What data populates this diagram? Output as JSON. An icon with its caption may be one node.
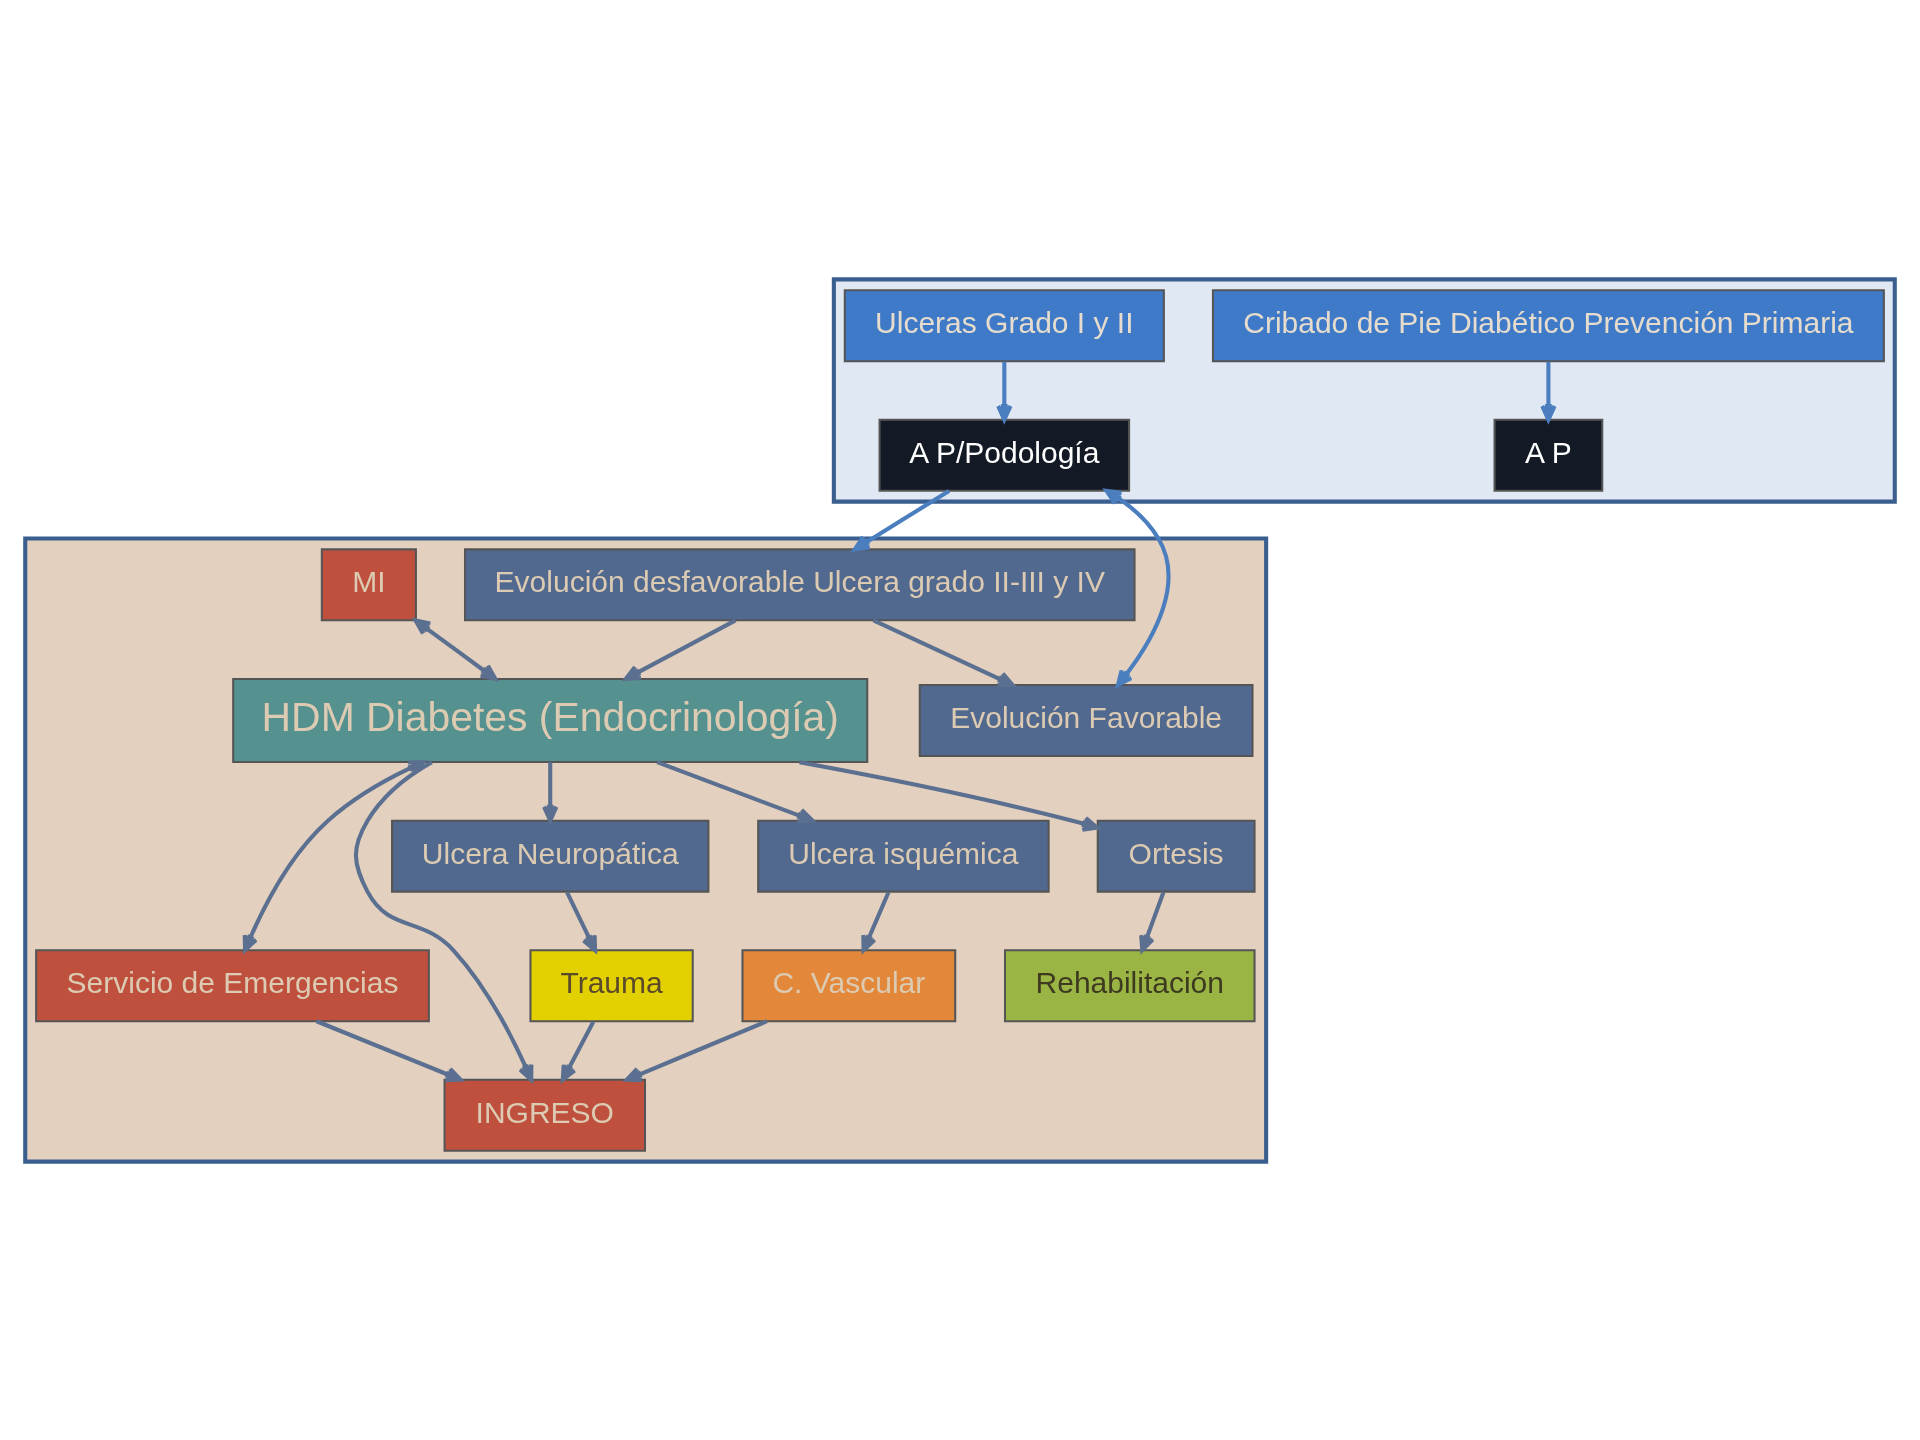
{
  "diagram": {
    "nodes": [
      {
        "text": [],
        "shape": "box"
      },
      {
        "text": [
          "Cribado de Pie Diabético Prevención Primaria"
        ],
        "in": 0
      },
      {
        "text": [
          "A P"
        ],
        "in": 0
      },
      {
        "text": [
          "Ulceras Grado I y II"
        ],
        "in": 0
      },
      {
        "text": [
          "A P/Podología"
        ],
        "in": 0
      },
      {
        "text": [],
        "shape": "box"
      },
      {
        "text": [
          "Evolución desfavorable Ulcera grado II-III y IV"
        ],
        "in": 5
      },
      {
        "text": [
          "Evolución Favorable"
        ],
        "in": 5
      },
      {
        "text": [
          "MI"
        ],
        "in": 5
      },
      {
        "text": [
          "HDM Diabetes (Endocrinología)"
        ],
        "in": 5
      },
      {
        "text": [
          "Servicio de Emergencias"
        ],
        "in": 5
      },
      {
        "text": [
          "INGRESO"
        ],
        "in": 5
      },
      {
        "text": [
          "Ulcera Neuropática"
        ],
        "in": 5
      },
      {
        "text": [
          "Ulcera isquémica"
        ],
        "in": 5
      },
      {
        "text": [
          "Ortesis"
        ],
        "in": 5
      },
      {
        "text": [
          "Trauma"
        ],
        "in": 5
      },
      {
        "text": [
          "C. Vascular"
        ],
        "in": 5
      },
      {
        "text": [
          "Rehabilitación"
        ],
        "in": 5
      }
    ],
    "edges": [
      {
        "from": 1,
        "to": 2,
        "arrow": "to",
        "color": "#4a7ebf"
      },
      {
        "from": 3,
        "to": 4,
        "arrow": "to",
        "color": "#4a7ebf"
      },
      {
        "from": 4,
        "to": 6,
        "arrow": "to",
        "color": "#4a7ebf"
      },
      {
        "from": 4,
        "to": 7,
        "arrow": "both",
        "color": "#4a7ebf"
      },
      {
        "from": 6,
        "to": 7,
        "arrow": "to"
      },
      {
        "from": 6,
        "to": 9,
        "arrow": "to"
      },
      {
        "from": 8,
        "to": 9,
        "arrow": "both"
      },
      {
        "from": 9,
        "to": 12,
        "arrow": "to"
      },
      {
        "from": 9,
        "to": 13,
        "arrow": "to"
      },
      {
        "from": 9,
        "to": 14,
        "arrow": "to"
      },
      {
        "from": 9,
        "to": 10,
        "arrow": "both"
      },
      {
        "from": 10,
        "to": 11,
        "arrow": "to"
      },
      {
        "from": 9,
        "to": 11,
        "arrow": "to"
      },
      {
        "from": 12,
        "to": 15,
        "arrow": "to"
      },
      {
        "from": 13,
        "to": 16,
        "arrow": "to"
      },
      {
        "from": 14,
        "to": 17,
        "arrow": "to"
      },
      {
        "from": 15,
        "to": 11,
        "arrow": "to"
      },
      {
        "from": 16,
        "to": 11,
        "arrow": "to"
      }
    ]
  }
}
